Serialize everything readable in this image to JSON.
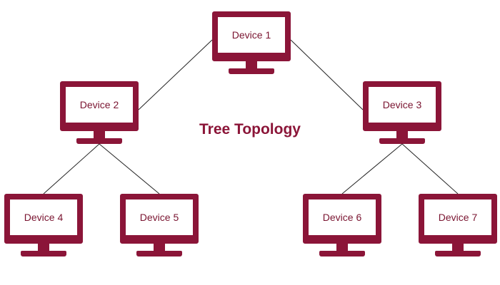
{
  "diagram": {
    "title": "Tree Topology",
    "accent_color": "#8b1538",
    "label_color": "#7a1430",
    "icon": "monitor-icon",
    "devices": [
      {
        "id": "d1",
        "label": "Device 1"
      },
      {
        "id": "d2",
        "label": "Device 2"
      },
      {
        "id": "d3",
        "label": "Device 3"
      },
      {
        "id": "d4",
        "label": "Device 4"
      },
      {
        "id": "d5",
        "label": "Device 5"
      },
      {
        "id": "d6",
        "label": "Device 6"
      },
      {
        "id": "d7",
        "label": "Device 7"
      }
    ],
    "links": [
      {
        "from": "d1",
        "to": "d2"
      },
      {
        "from": "d1",
        "to": "d3"
      },
      {
        "from": "d2",
        "to": "d4"
      },
      {
        "from": "d2",
        "to": "d5"
      },
      {
        "from": "d3",
        "to": "d6"
      },
      {
        "from": "d3",
        "to": "d7"
      }
    ]
  }
}
